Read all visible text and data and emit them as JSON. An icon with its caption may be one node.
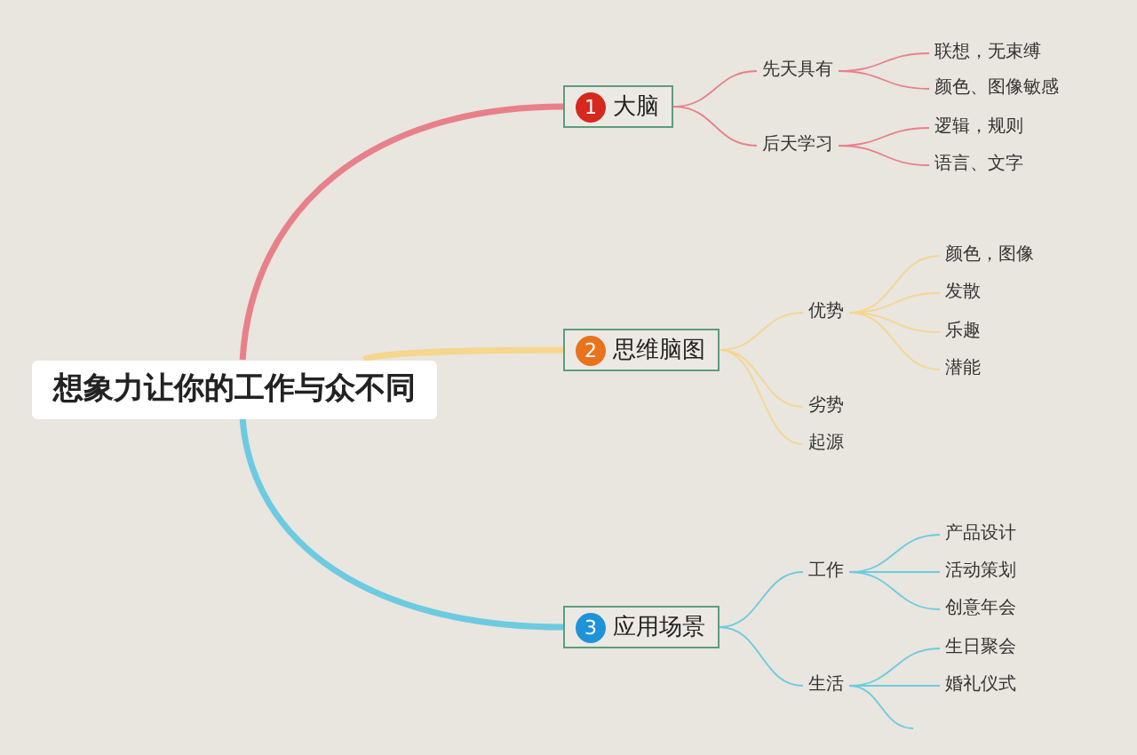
{
  "diagram": {
    "nodes": [
      {
        "text": [
          "想象力让你的工作与众不同"
        ]
      },
      {
        "text": [
          "1",
          "大脑"
        ]
      },
      {
        "text": [
          "先天具有"
        ]
      },
      {
        "text": [
          "后天学习"
        ]
      },
      {
        "text": [
          "联想，无束缚"
        ]
      },
      {
        "text": [
          "颜色、图像敏感"
        ]
      },
      {
        "text": [
          "逻辑，规则"
        ]
      },
      {
        "text": [
          "语言、文字"
        ]
      },
      {
        "text": [
          "2",
          "思维脑图"
        ]
      },
      {
        "text": [
          "优势"
        ]
      },
      {
        "text": [
          "颜色，图像"
        ]
      },
      {
        "text": [
          "发散"
        ]
      },
      {
        "text": [
          "乐趣"
        ]
      },
      {
        "text": [
          "潜能"
        ]
      },
      {
        "text": [
          "劣势"
        ]
      },
      {
        "text": [
          "起源"
        ]
      },
      {
        "text": [
          "3",
          "应用场景"
        ]
      },
      {
        "text": [
          "工作"
        ]
      },
      {
        "text": [
          "产品设计"
        ]
      },
      {
        "text": [
          "活动策划"
        ]
      },
      {
        "text": [
          "创意年会"
        ]
      },
      {
        "text": [
          "生活"
        ]
      },
      {
        "text": [
          "生日聚会"
        ]
      },
      {
        "text": [
          "婚礼仪式"
        ]
      }
    ],
    "edges": [
      {
        "from": 0,
        "to": 1,
        "arrow": "none",
        "style": "thick",
        "color": "#e8808a"
      },
      {
        "from": 0,
        "to": 8,
        "arrow": "none",
        "style": "thick",
        "color": "#f5d68c"
      },
      {
        "from": 0,
        "to": 16,
        "arrow": "none",
        "style": "thick",
        "color": "#6ccbe0"
      },
      {
        "from": 1,
        "to": 2,
        "arrow": "none",
        "color": "#e8808a"
      },
      {
        "from": 1,
        "to": 3,
        "arrow": "none",
        "color": "#e8808a"
      },
      {
        "from": 2,
        "to": 4,
        "arrow": "none",
        "color": "#e8808a"
      },
      {
        "from": 2,
        "to": 5,
        "arrow": "none",
        "color": "#e8808a"
      },
      {
        "from": 3,
        "to": 6,
        "arrow": "none",
        "color": "#e8808a"
      },
      {
        "from": 3,
        "to": 7,
        "arrow": "none",
        "color": "#e8808a"
      },
      {
        "from": 8,
        "to": 9,
        "arrow": "none",
        "color": "#f5d68c"
      },
      {
        "from": 8,
        "to": 14,
        "arrow": "none",
        "color": "#f5d68c"
      },
      {
        "from": 8,
        "to": 15,
        "arrow": "none",
        "color": "#f5d68c"
      },
      {
        "from": 9,
        "to": 10,
        "arrow": "none",
        "color": "#f5d68c"
      },
      {
        "from": 9,
        "to": 11,
        "arrow": "none",
        "color": "#f5d68c"
      },
      {
        "from": 9,
        "to": 12,
        "arrow": "none",
        "color": "#f5d68c"
      },
      {
        "from": 9,
        "to": 13,
        "arrow": "none",
        "color": "#f5d68c"
      },
      {
        "from": 16,
        "to": 17,
        "arrow": "none",
        "color": "#6ccbe0"
      },
      {
        "from": 16,
        "to": 21,
        "arrow": "none",
        "color": "#6ccbe0"
      },
      {
        "from": 17,
        "to": 18,
        "arrow": "none",
        "color": "#6ccbe0"
      },
      {
        "from": 17,
        "to": 19,
        "arrow": "none",
        "color": "#6ccbe0"
      },
      {
        "from": 17,
        "to": 20,
        "arrow": "none",
        "color": "#6ccbe0"
      },
      {
        "from": 21,
        "to": 22,
        "arrow": "none",
        "color": "#6ccbe0"
      },
      {
        "from": 21,
        "to": 23,
        "arrow": "none",
        "color": "#6ccbe0"
      },
      {
        "from": 21,
        "to": null,
        "arrow": "none",
        "color": "#6ccbe0"
      }
    ]
  }
}
